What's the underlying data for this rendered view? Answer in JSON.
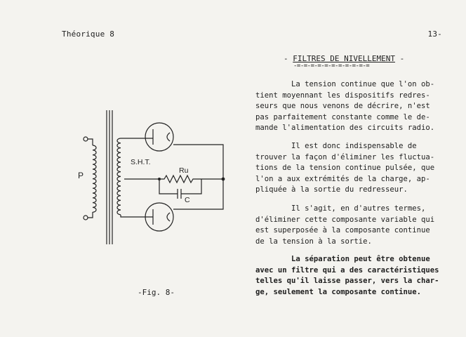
{
  "header": {
    "left": "Théorique 8",
    "right": "13-"
  },
  "section": {
    "title": "FILTRES DE NIVELLEMENT",
    "title_prefix": "- ",
    "title_suffix": " -",
    "underline": "-=-=-=-=-=-=-=-=-=-=-="
  },
  "paragraphs": [
    {
      "lines": [
        "        La tension continue que l'on ob-",
        "tient moyennant les dispositifs redres-",
        "seurs que nous venons de décrire, n'est",
        "pas parfaitement constante comme le de-",
        "mande l'alimentation des circuits radio."
      ]
    },
    {
      "lines": [
        "        Il est donc indispensable de",
        "trouver la façon d'éliminer les fluctua-",
        "tions de la tension continue pulsée, que",
        "l'on a aux extrémités de la charge, ap-",
        "pliquée à la sortie du redresseur."
      ]
    },
    {
      "lines": [
        "        Il s'agit, en d'autres termes,",
        "d'éliminer cette composante variable qui",
        "est superposée à la composante continue",
        "de la tension à la sortie."
      ]
    },
    {
      "lines": [
        "        La séparation peut être obtenue",
        "avec un filtre qui a des caractéristiques",
        "telles qu'il laisse passer, vers la char-",
        "ge, seulement la composante continue."
      ]
    }
  ],
  "figure": {
    "caption": "-Fig. 8-",
    "labels": {
      "primary": "P",
      "secondary": "S.H.T.",
      "resistor": "Ru",
      "capacitor": "C"
    }
  }
}
